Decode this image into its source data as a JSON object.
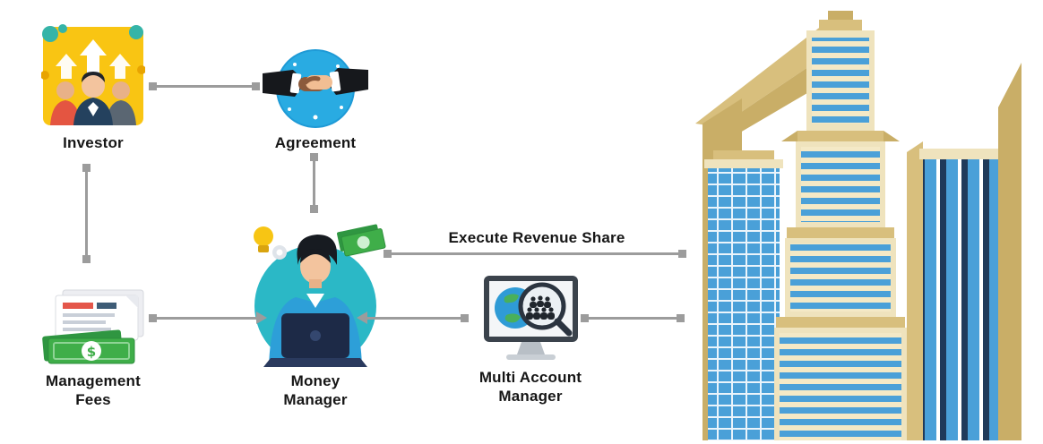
{
  "nodes": {
    "investor": {
      "label": "Investor",
      "icon": "investor-people-arrows-icon"
    },
    "agreement": {
      "label": "Agreement",
      "icon": "handshake-icon"
    },
    "management_fees": {
      "label": "Management Fees",
      "icon": "documents-cash-icon"
    },
    "money_manager": {
      "label": "Money Manager",
      "icon": "analyst-laptop-icon"
    },
    "multi_account_manager": {
      "label": "Multi Account Manager",
      "icon": "monitor-globe-magnifier-icon"
    },
    "buildings": {
      "icon": "skyscraper-buildings-illustration"
    }
  },
  "edges": [
    {
      "from": "investor",
      "to": "agreement",
      "label": ""
    },
    {
      "from": "investor",
      "to": "management_fees",
      "label": ""
    },
    {
      "from": "agreement",
      "to": "money_manager",
      "label": ""
    },
    {
      "from": "management_fees",
      "to": "money_manager",
      "label": "",
      "arrow": "to"
    },
    {
      "from": "multi_account_manager",
      "to": "money_manager",
      "label": "",
      "arrow": "to"
    },
    {
      "from": "money_manager",
      "to": "buildings",
      "label": "Execute Revenue Share"
    },
    {
      "from": "multi_account_manager",
      "to": "buildings",
      "label": ""
    }
  ],
  "colors": {
    "connector": "#9c9c9c",
    "label_text": "#161616",
    "investor_yellow": "#f9c513",
    "agreement_blue": "#29abe2",
    "money_green": "#3fae49",
    "manager_teal": "#2bb8c6",
    "suit_blue": "#2d9fd8",
    "building_tan": "#d8bf7d",
    "building_cream": "#efe3bd",
    "building_window_blue": "#4aa0d8",
    "building_stripe_navy": "#1f3a5a"
  }
}
